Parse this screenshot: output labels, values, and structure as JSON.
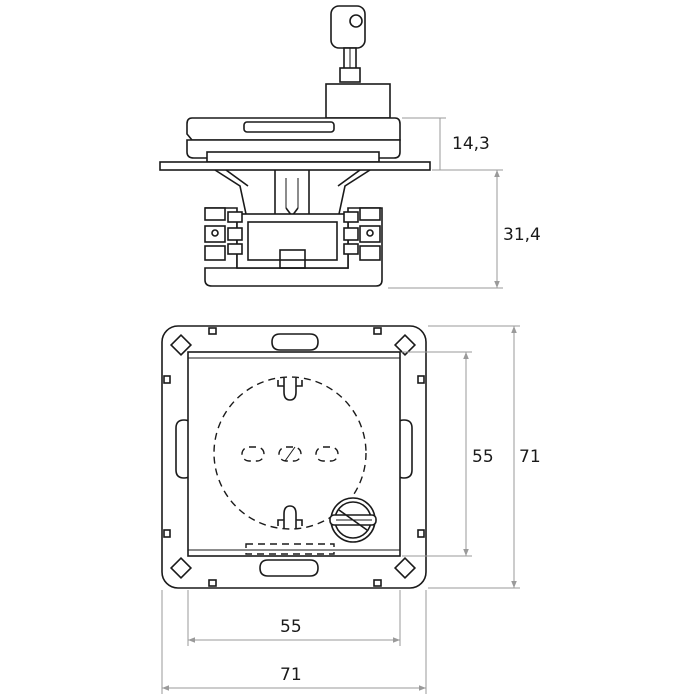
{
  "dimensions": {
    "side_upper_height": "14,3",
    "side_lower_height": "31,4",
    "front_inner_height": "55",
    "front_outer_height": "71",
    "front_inner_width": "55",
    "front_outer_width": "71"
  },
  "colors": {
    "line": "#1a1a1a",
    "dimension_line": "#9a9a9a",
    "background": "#ffffff"
  }
}
